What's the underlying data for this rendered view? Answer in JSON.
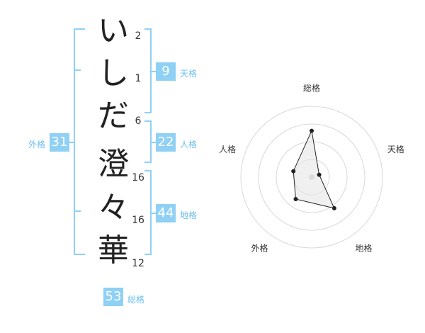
{
  "name_chars": [
    {
      "char": "い",
      "strokes": "2"
    },
    {
      "char": "し",
      "strokes": "1"
    },
    {
      "char": "だ",
      "strokes": "6"
    },
    {
      "char": "澄",
      "strokes": "16"
    },
    {
      "char": "々",
      "strokes": "16"
    },
    {
      "char": "華",
      "strokes": "12"
    }
  ],
  "kakusu": {
    "tenkaku": {
      "value": "9",
      "label": "天格"
    },
    "jinkaku": {
      "value": "22",
      "label": "人格"
    },
    "chikaku": {
      "value": "44",
      "label": "地格"
    },
    "gaikaku": {
      "value": "31",
      "label": "外格"
    },
    "soukaku": {
      "value": "53",
      "label": "総格"
    }
  },
  "chart_data": {
    "type": "radar",
    "axes": [
      "総格",
      "天格",
      "地格",
      "外格",
      "人格"
    ],
    "values": [
      53,
      9,
      44,
      31,
      22
    ],
    "rmax": 81,
    "rings": 4,
    "colors": {
      "line": "#222222",
      "fill": "#e6e6e6",
      "ring": "#d8d8d8",
      "center": "#cccccc"
    }
  }
}
